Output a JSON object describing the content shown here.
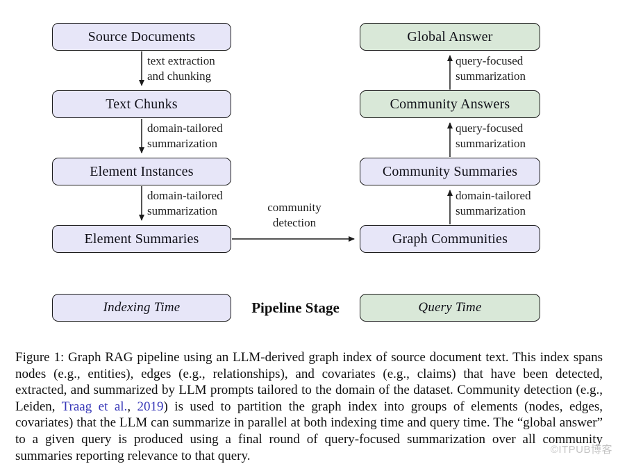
{
  "figure": {
    "boxes": {
      "left": [
        "Source Documents",
        "Text Chunks",
        "Element Instances",
        "Element Summaries"
      ],
      "right": [
        "Global Answer",
        "Community Answers",
        "Community Summaries",
        "Graph Communities"
      ]
    },
    "edges": {
      "left": [
        [
          "text extraction",
          "and chunking"
        ],
        [
          "domain-tailored",
          "summarization"
        ],
        [
          "domain-tailored",
          "summarization"
        ]
      ],
      "right": [
        [
          "query-focused",
          "summarization"
        ],
        [
          "query-focused",
          "summarization"
        ],
        [
          "domain-tailored",
          "summarization"
        ]
      ],
      "middle": [
        "community",
        "detection"
      ]
    },
    "legend": {
      "indexing": "Indexing Time",
      "stage": "Pipeline Stage",
      "query": "Query Time"
    },
    "caption": {
      "part1": "Figure 1: Graph RAG pipeline using an LLM-derived graph index of source document text. This index spans nodes (e.g., entities), edges (e.g., relationships), and covariates (e.g., claims) that have been detected, extracted, and summarized by LLM prompts tailored to the domain of the dataset. Community detection (e.g., Leiden, ",
      "link1": "Traag et al.",
      "part2": ", ",
      "link2": "2019",
      "part3": ") is used to partition the graph index into groups of elements (nodes, edges, covariates) that the LLM can summarize in parallel at both indexing time and query time. The “global answer” to a given query is produced using a final round of query-focused summarization over all community summaries reporting relevance to that query."
    },
    "watermark": "©ITPUB博客",
    "colors": {
      "indexing-fill": "#e7e6f8",
      "query-fill": "#d9e8d8",
      "box-border": "#1c1c1c",
      "arrow": "#1c1c1c",
      "link-blue": "#3737b8",
      "watermark-gray": "#c4c4c4"
    }
  }
}
